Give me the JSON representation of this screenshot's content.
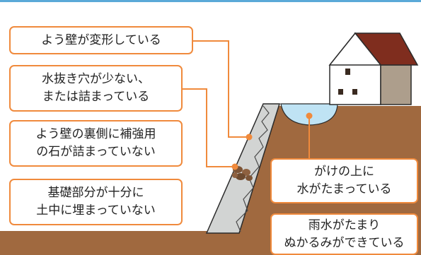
{
  "colors": {
    "accent_line": "#5aa9d8",
    "callout_border": "#f08a3c",
    "ground": "#a0693f",
    "wall": "#d2d4d3",
    "water": "#bfe3f4",
    "house_wall": "#ffffff",
    "roof": "#7f2d1e",
    "house_side": "#ad9e8c",
    "stones": "#7c5436"
  },
  "callouts": [
    {
      "id": "wall-deformed",
      "text": "よう壁が変形している"
    },
    {
      "id": "drain-holes",
      "text": "水抜き穴が少ない、\nまたは詰まっている"
    },
    {
      "id": "backfill-stones",
      "text": "よう壁の裏側に補強用\nの石が詰まっていない"
    },
    {
      "id": "foundation",
      "text": "基礎部分が十分に\n土中に埋まっていない"
    },
    {
      "id": "water-pooling",
      "text": "がけの上に\n水がたまっている"
    },
    {
      "id": "rain-puddles",
      "text": "雨水がたまり\nぬかるみができている"
    }
  ]
}
